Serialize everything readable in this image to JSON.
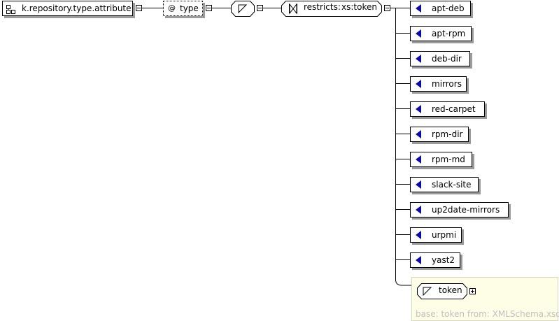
{
  "root": {
    "label": "k.repository.type.attribute"
  },
  "attribute": {
    "at": "@",
    "label": "type"
  },
  "restriction": {
    "label": "restricts:",
    "type": "xs:token"
  },
  "enumerations": [
    "apt-deb",
    "apt-rpm",
    "deb-dir",
    "mirrors",
    "red-carpet",
    "rpm-dir",
    "rpm-md",
    "slack-site",
    "up2date-mirrors",
    "urpmi",
    "yast2"
  ],
  "base_type": {
    "label": "token",
    "caption": "base: token from: XMLSchema.xsd"
  },
  "colors": {
    "enum_marker": "#0a0aa8",
    "panel_bg": "#fefee6",
    "caption": "#c0c0c0"
  }
}
